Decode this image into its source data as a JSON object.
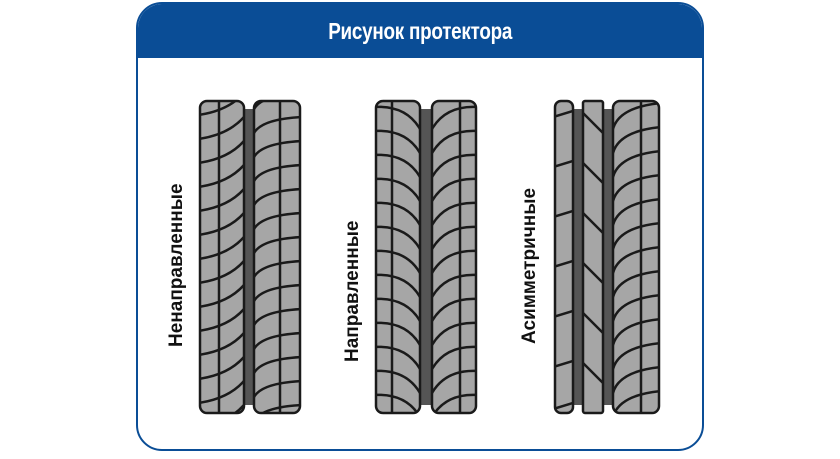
{
  "header": {
    "title": "Рисунок протектора"
  },
  "tires": [
    {
      "label": "Ненаправленные",
      "type": "non-directional"
    },
    {
      "label": "Направленные",
      "type": "directional"
    },
    {
      "label": "Асимметричные",
      "type": "asymmetric"
    }
  ],
  "colors": {
    "brand_blue": "#0a4d96",
    "tread_fill": "#a6a6a6",
    "groove_dark": "#555555",
    "outline": "#1a1a1a"
  }
}
